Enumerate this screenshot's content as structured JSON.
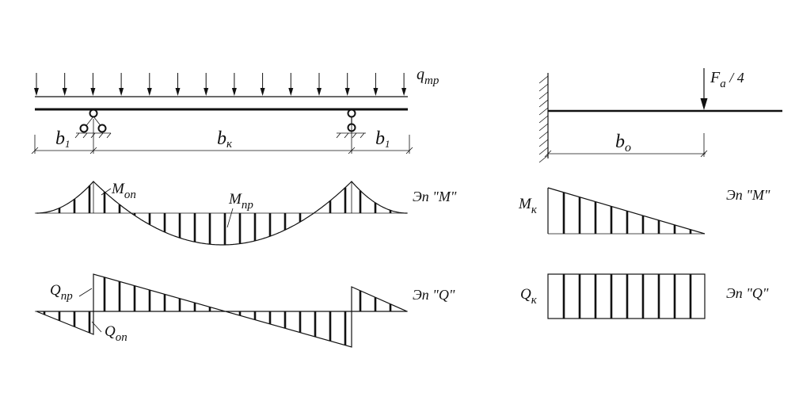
{
  "left": {
    "load_label": {
      "main": "q",
      "sub": "mp"
    },
    "dims": {
      "b1_left": {
        "main": "b",
        "sub": "1"
      },
      "bk": {
        "main": "b",
        "sub": "к"
      },
      "b1_right": {
        "main": "b",
        "sub": "1"
      }
    },
    "moment": {
      "support_label": {
        "main": "M",
        "sub": "on"
      },
      "span_label": {
        "main": "M",
        "sub": "np"
      },
      "caption": "Эп \"M\""
    },
    "shear": {
      "label_np": {
        "main": "Q",
        "sub": "np"
      },
      "label_on": {
        "main": "Q",
        "sub": "on"
      },
      "caption": "Эп \"Q\""
    }
  },
  "right": {
    "force_label": {
      "main": "F",
      "sub": "a",
      "suffix": " / 4"
    },
    "dim": {
      "main": "b",
      "sub": "o"
    },
    "moment": {
      "label": {
        "main": "M",
        "sub": "к"
      },
      "caption": "Эп \"M\""
    },
    "shear": {
      "label": {
        "main": "Q",
        "sub": "к"
      },
      "caption": "Эп \"Q\""
    }
  }
}
